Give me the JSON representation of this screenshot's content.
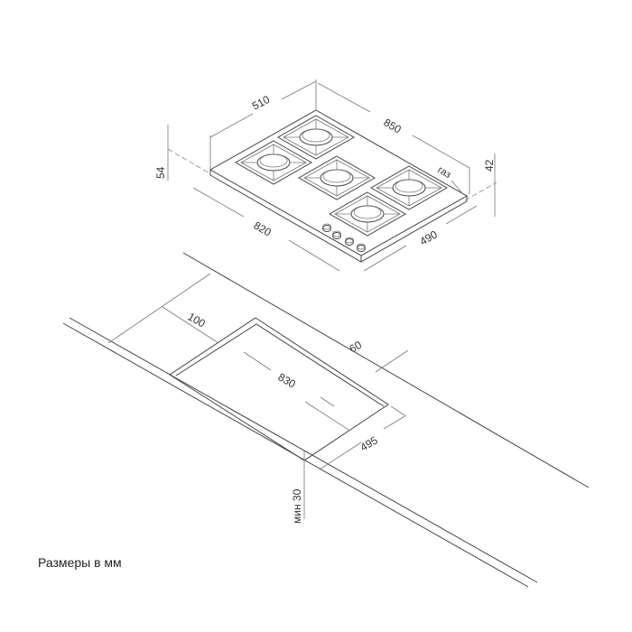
{
  "hob_dimensions": {
    "depth_outer": "510",
    "width_outer": "850",
    "width_inner": "820",
    "depth_inner": "490",
    "height_total": "54",
    "height_gas": "42",
    "gas_label": "газ"
  },
  "cutout_dimensions": {
    "back_clearance": "100",
    "side_clearance": "60",
    "cutout_width": "830",
    "cutout_depth": "495",
    "min_front": "мин 30"
  },
  "caption": "Размеры в мм"
}
